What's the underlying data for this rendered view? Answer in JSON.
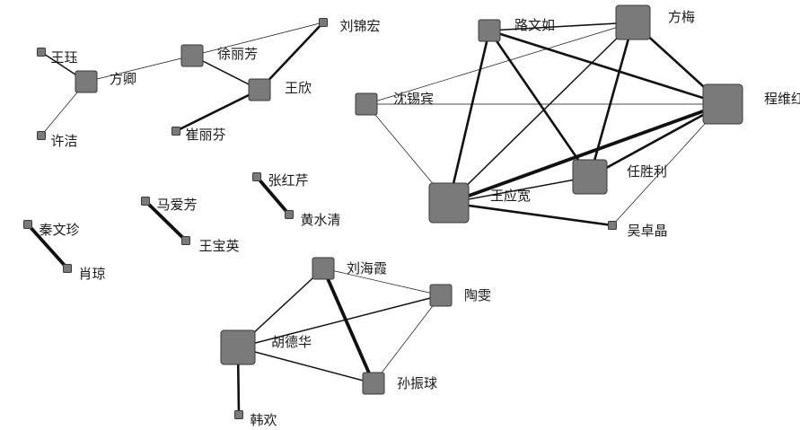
{
  "nodes": [
    {
      "id": "wangjue",
      "label": "王珏",
      "size": "s"
    },
    {
      "id": "fangqing",
      "label": "方卿",
      "size": "m"
    },
    {
      "id": "xujie",
      "label": "许洁",
      "size": "s"
    },
    {
      "id": "xulifang",
      "label": "徐丽芳",
      "size": "m"
    },
    {
      "id": "liujinhong",
      "label": "刘锦宏",
      "size": "s"
    },
    {
      "id": "wangxin",
      "label": "王欣",
      "size": "m"
    },
    {
      "id": "cuilifen",
      "label": "崔丽芬",
      "size": "s"
    },
    {
      "id": "zhanghongqin",
      "label": "张红芹",
      "size": "s"
    },
    {
      "id": "huangshuiqing",
      "label": "黄水清",
      "size": "s"
    },
    {
      "id": "maaifang",
      "label": "马爱芳",
      "size": "s"
    },
    {
      "id": "wangbaoying",
      "label": "王宝英",
      "size": "s"
    },
    {
      "id": "qinwenzhen",
      "label": "秦文珍",
      "size": "s"
    },
    {
      "id": "xiaojiong",
      "label": "肖琼",
      "size": "s"
    },
    {
      "id": "luwenru",
      "label": "路文如",
      "size": "m"
    },
    {
      "id": "fangmei",
      "label": "方梅",
      "size": "l"
    },
    {
      "id": "chengweihong",
      "label": "程维红",
      "size": "xl"
    },
    {
      "id": "shenxibin",
      "label": "沈锡宾",
      "size": "m"
    },
    {
      "id": "renshengli",
      "label": "任胜利",
      "size": "l"
    },
    {
      "id": "wangyingkuan",
      "label": "王应宽",
      "size": "xl"
    },
    {
      "id": "wuzhuojing",
      "label": "吴卓晶",
      "size": "s"
    },
    {
      "id": "liuhaixia",
      "label": "刘海霞",
      "size": "m"
    },
    {
      "id": "taowen",
      "label": "陶雯",
      "size": "m"
    },
    {
      "id": "hudehua",
      "label": "胡德华",
      "size": "l"
    },
    {
      "id": "sunzhenqiu",
      "label": "孙振球",
      "size": "m"
    },
    {
      "id": "hanhuan",
      "label": "韩欢",
      "size": "s"
    }
  ],
  "edges": [
    {
      "source": "wangjue",
      "target": "fangqing",
      "weight": 2
    },
    {
      "source": "fangqing",
      "target": "xujie",
      "weight": 1
    },
    {
      "source": "fangqing",
      "target": "xulifang",
      "weight": 1
    },
    {
      "source": "xulifang",
      "target": "liujinhong",
      "weight": 1
    },
    {
      "source": "xulifang",
      "target": "wangxin",
      "weight": 2
    },
    {
      "source": "liujinhong",
      "target": "wangxin",
      "weight": 3
    },
    {
      "source": "wangxin",
      "target": "cuilifen",
      "weight": 3
    },
    {
      "source": "zhanghongqin",
      "target": "huangshuiqing",
      "weight": 4
    },
    {
      "source": "maaifang",
      "target": "wangbaoying",
      "weight": 4
    },
    {
      "source": "qinwenzhen",
      "target": "xiaojiong",
      "weight": 4
    },
    {
      "source": "luwenru",
      "target": "fangmei",
      "weight": 2
    },
    {
      "source": "luwenru",
      "target": "chengweihong",
      "weight": 3
    },
    {
      "source": "luwenru",
      "target": "renshengli",
      "weight": 3
    },
    {
      "source": "luwenru",
      "target": "wangyingkuan",
      "weight": 3
    },
    {
      "source": "fangmei",
      "target": "chengweihong",
      "weight": 3
    },
    {
      "source": "fangmei",
      "target": "renshengli",
      "weight": 3
    },
    {
      "source": "fangmei",
      "target": "wangyingkuan",
      "weight": 2
    },
    {
      "source": "fangmei",
      "target": "shenxibin",
      "weight": 1
    },
    {
      "source": "shenxibin",
      "target": "chengweihong",
      "weight": 1
    },
    {
      "source": "shenxibin",
      "target": "wangyingkuan",
      "weight": 1
    },
    {
      "source": "chengweihong",
      "target": "wangyingkuan",
      "weight": 4
    },
    {
      "source": "chengweihong",
      "target": "renshengli",
      "weight": 3
    },
    {
      "source": "chengweihong",
      "target": "wuzhuojing",
      "weight": 1
    },
    {
      "source": "renshengli",
      "target": "wangyingkuan",
      "weight": 2
    },
    {
      "source": "wangyingkuan",
      "target": "wuzhuojing",
      "weight": 3
    },
    {
      "source": "liuhaixia",
      "target": "taowen",
      "weight": 1
    },
    {
      "source": "liuhaixia",
      "target": "hudehua",
      "weight": 2
    },
    {
      "source": "liuhaixia",
      "target": "sunzhenqiu",
      "weight": 4
    },
    {
      "source": "taowen",
      "target": "hudehua",
      "weight": 2
    },
    {
      "source": "taowen",
      "target": "sunzhenqiu",
      "weight": 1
    },
    {
      "source": "hudehua",
      "target": "sunzhenqiu",
      "weight": 2
    },
    {
      "source": "hudehua",
      "target": "hanhuan",
      "weight": 3
    }
  ]
}
